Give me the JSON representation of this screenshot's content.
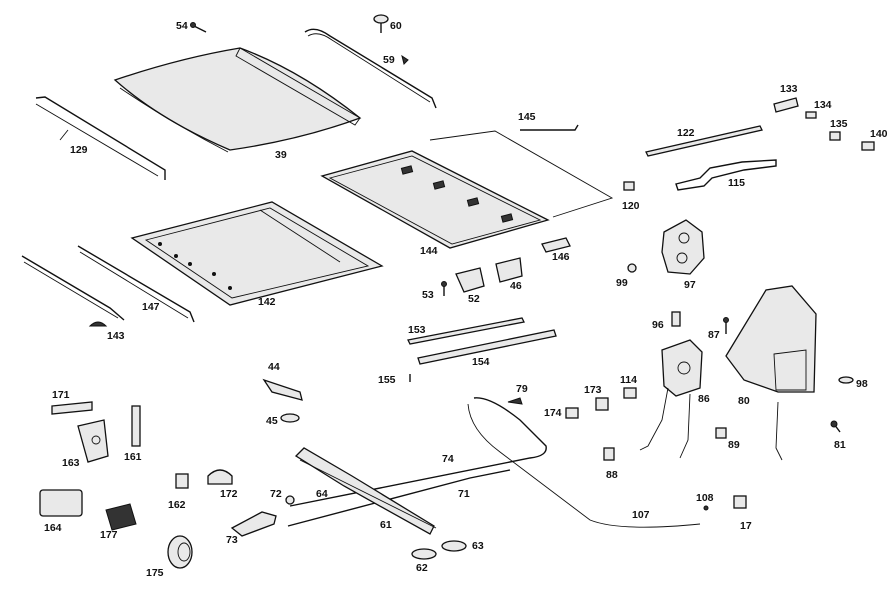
{
  "diagram": {
    "labels": {
      "p54": "54",
      "p60": "60",
      "p59": "59",
      "p129": "129",
      "p39": "39",
      "p145": "145",
      "p122": "122",
      "p133": "133",
      "p134": "134",
      "p135": "135",
      "p140": "140",
      "p115": "115",
      "p120": "120",
      "p144": "144",
      "p146": "146",
      "p142": "142",
      "p147": "147",
      "p143": "143",
      "p53": "53",
      "p52": "52",
      "p46": "46",
      "p99": "99",
      "p97": "97",
      "p153": "153",
      "p154": "154",
      "p155": "155",
      "p96": "96",
      "p87": "87",
      "p44": "44",
      "p45": "45",
      "p171": "171",
      "p163": "163",
      "p161": "161",
      "p79": "79",
      "p173": "173",
      "p114": "114",
      "p174": "174",
      "p86": "86",
      "p80": "80",
      "p98": "98",
      "p89": "89",
      "p81": "81",
      "p88": "88",
      "p74": "74",
      "p71": "71",
      "p64": "64",
      "p72": "72",
      "p162": "162",
      "p172": "172",
      "p164": "164",
      "p177": "177",
      "p73": "73",
      "p61": "61",
      "p62": "62",
      "p63": "63",
      "p175": "175",
      "p107": "107",
      "p108": "108",
      "p17": "17"
    }
  }
}
